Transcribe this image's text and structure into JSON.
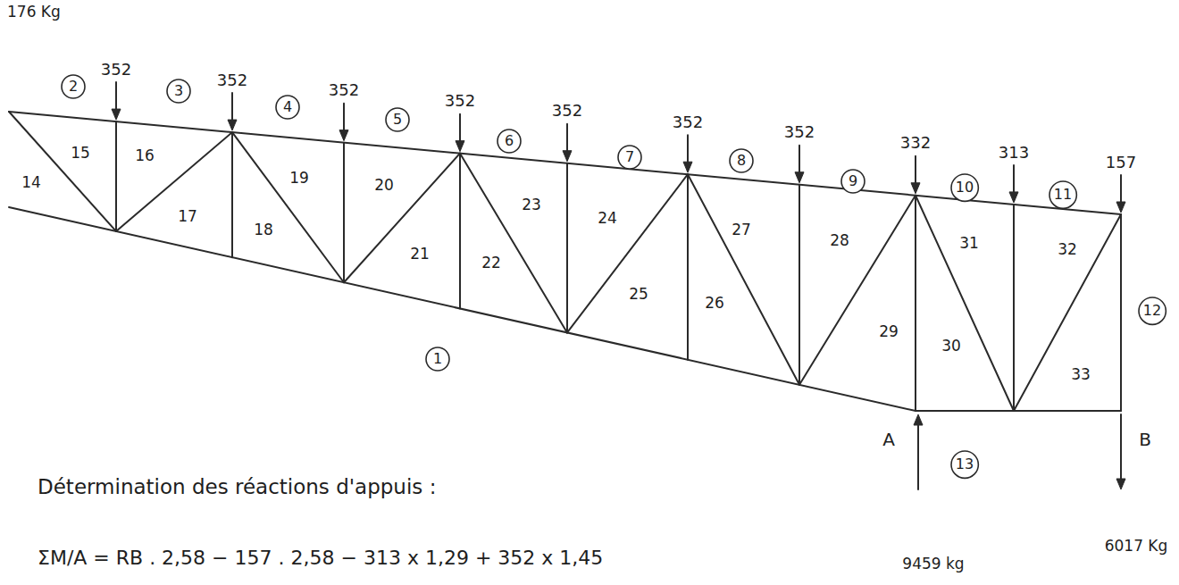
{
  "diagram": {
    "nodes": [
      {
        "text": [
          "2"
        ]
      },
      {
        "text": [
          "3"
        ]
      },
      {
        "text": [
          "4"
        ]
      },
      {
        "text": [
          "5"
        ]
      },
      {
        "text": [
          "6"
        ]
      },
      {
        "text": [
          "7"
        ]
      },
      {
        "text": [
          "8"
        ]
      },
      {
        "text": [
          "9"
        ]
      },
      {
        "text": [
          "10"
        ]
      },
      {
        "text": [
          "11"
        ]
      },
      {
        "text": [
          "12"
        ]
      },
      {
        "text": [
          "1"
        ]
      },
      {
        "text": [
          "13"
        ]
      }
    ],
    "labels": [
      "176 Kg",
      "352",
      "352",
      "352",
      "352",
      "352",
      "352",
      "352",
      "332",
      "313",
      "157",
      "14",
      "15",
      "16",
      "17",
      "18",
      "19",
      "20",
      "21",
      "22",
      "23",
      "24",
      "25",
      "26",
      "27",
      "28",
      "29",
      "30",
      "31",
      "32",
      "33",
      "A",
      "B",
      "9459 kg",
      "6017 Kg",
      "Détermination des réactions d'appuis :",
      "ΣM/A = RB . 2,58 − 157 . 2,58 − 313 x 1,29 + 352 x 1,45"
    ]
  }
}
